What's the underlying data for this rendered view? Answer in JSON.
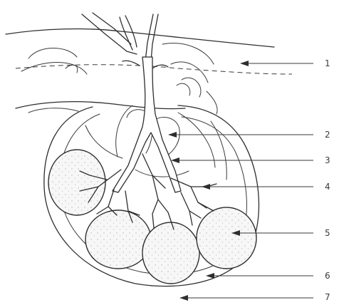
{
  "labels": [
    "1",
    "2",
    "3",
    "4",
    "5",
    "6",
    "7"
  ],
  "colors": {
    "ink": "#2e2e2e",
    "paper": "#ffffff",
    "stipple": "#9a9a9a"
  }
}
